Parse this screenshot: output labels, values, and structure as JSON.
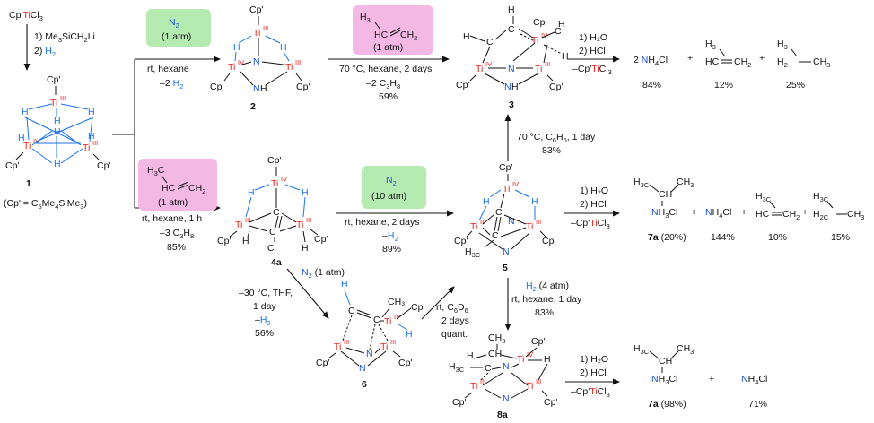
{
  "colors": {
    "titanium": "#e8221b",
    "hydrogen": "#1a73e8",
    "nitrogen": "#1a4fd6",
    "n2_box": "#b5ebb0",
    "propene_box": "#f3b8e3"
  },
  "start": {
    "cp": "Cp'",
    "ti": "Ti",
    "cl": "Cl",
    "cl_sub": "3"
  },
  "cond_1": {
    "l1_pre": "1) Me",
    "l1_s1": "3",
    "l1_mid": "SiCH",
    "l1_s2": "2",
    "l1_post": "Li",
    "l2_pre": "2) ",
    "l2_h": "H",
    "l2_sub": "2"
  },
  "c1": {
    "cp_top": "Cp'",
    "ti_top": "Ti",
    "ti_top_ox": "III",
    "h1": "H",
    "h2": "H",
    "h3": "H",
    "h4": "H",
    "h5": "H",
    "h6": "H",
    "h7": "H",
    "ti_left": "Ti",
    "ti_left_ox": "IV",
    "ti_right": "Ti",
    "ti_right_ox": "III",
    "cp_left": "Cp'",
    "cp_right": "Cp'",
    "label": "1"
  },
  "cp_def": {
    "pre": "(Cp' = C",
    "s1": "5",
    "mid": "Me",
    "s2": "4",
    "mid2": "SiMe",
    "s3": "3",
    "post": ")"
  },
  "box_n2_a": {
    "formula": "N",
    "sub": "2",
    "pressure": "(1 atm)"
  },
  "cond_1_2": {
    "line1": "rt, hexane",
    "line2_pre": "–2 ",
    "line2_h": "H",
    "line2_sub": "2"
  },
  "box_prop_a": {
    "h3c": "H",
    "sub3": "3",
    "c": "C",
    "hc": "HC",
    "ch": "CH",
    "sub2": "2",
    "pressure": "(1 atm)"
  },
  "cond_1_4a": {
    "line1": "rt, hexane, 1 h",
    "line2_pre": "–3 C",
    "line2_s1": "3",
    "line2_mid": "H",
    "line2_s2": "8",
    "yield": "85%"
  },
  "c2": {
    "cp_top": "Cp'",
    "ti_top": "Ti",
    "ti_top_ox": "III",
    "h_left": "H",
    "h_right": "H",
    "n_mid": "N",
    "ti_left": "Ti",
    "ti_left_ox": "IV",
    "ti_right": "Ti",
    "ti_right_ox": "III",
    "n_bot": "N",
    "h_bot": "H",
    "cp_left": "Cp'",
    "cp_right": "Cp'",
    "label": "2"
  },
  "box_prop_b": {
    "h3c": "H",
    "sub3": "3",
    "hc": "HC",
    "ch": "CH",
    "sub2": "2",
    "pressure": "(1 atm)"
  },
  "cond_2_3": {
    "line1": "70 °C, hexane, 2 days",
    "line2_pre": "–2 C",
    "line2_s1": "3",
    "line2_mid": "H",
    "line2_s2": "8",
    "yield": "59%"
  },
  "c3": {
    "h_l": "H",
    "c_l": "C",
    "h_top": "H",
    "c_mid": "C",
    "cp_top": "Cp'",
    "ti_top": "Ti",
    "ti_top_ox": "IV",
    "c_r": "C",
    "h_r": "H",
    "h_rb": "H",
    "ti_left": "Ti",
    "ti_left_ox": "IV",
    "n_mid": "N",
    "ti_right": "Ti",
    "ti_right_ox": "III",
    "n_bot": "N",
    "h_bot": "H",
    "cp_left": "Cp'",
    "cp_right": "Cp'",
    "label": "3"
  },
  "hydrolysis_a": {
    "step1": "1) H₂O",
    "step2": "2) HCl",
    "by_pre": "–Cp'",
    "by_ti": "Ti",
    "by_cl": "Cl",
    "by_sub": "3"
  },
  "prod_top": {
    "nh4cl_coef": "2 ",
    "nh4cl_n": "N",
    "nh4cl_h": "H",
    "nh4cl_sub": "4",
    "nh4cl_cl": "Cl",
    "nh4cl_yield": "84%",
    "plus1": "+",
    "prop_h3c": "H",
    "prop_sub3": "3",
    "prop_hc": "HC",
    "prop_ch": "CH",
    "prop_sub2": "2",
    "prop_yield": "12%",
    "plus2": "+",
    "pa_h3c": "H",
    "pa_sub3": "3",
    "pa_h2c": "H",
    "pa_sub2": "2",
    "pa_ch": "CH",
    "pa_sub3b": "3",
    "pa_yield": "25%"
  },
  "c4a": {
    "cp_top": "Cp'",
    "ti_top": "Ti",
    "ti_top_ox": "IV",
    "h_l": "H",
    "h_r": "H",
    "c_top": "C",
    "ti_left": "Ti",
    "ti_left_ox": "III",
    "ti_right": "Ti",
    "ti_right_ox": "III",
    "c_bot": "C",
    "ch3": "C",
    "h_bl": "H",
    "h_br": "H",
    "cp_left": "Cp'",
    "cp_right": "Cp'",
    "label": "4a"
  },
  "box_n2_b": {
    "formula": "N",
    "sub": "2",
    "pressure": "(10 atm)"
  },
  "cond_4a_5": {
    "line1": "rt, hexane, 2 days",
    "line2_pre": "–",
    "line2_h": "H",
    "line2_sub": "2",
    "yield": "89%"
  },
  "cond_4a_6": {
    "n2": "N",
    "n2_sub": "2",
    "n2_p": " (1 atm)",
    "line1": "–30 °C, THF,",
    "line2": "1 day",
    "line3_pre": "–",
    "line3_h": "H",
    "line3_sub": "2",
    "yield": "56%"
  },
  "c6": {
    "h_top": "H",
    "c_l": "C",
    "c_m": "C",
    "ch3": "CH₃",
    "ti_r": "Ti",
    "ti_r_ox": "IV",
    "cp_r": "Cp'",
    "h_r": "H",
    "ti_l": "Ti",
    "ti_l_ox": "III",
    "n_mid": "N",
    "ti_m": "Ti",
    "ti_m_ox": "III",
    "n_bot": "N",
    "cp_l": "Cp'",
    "cp_m": "Cp'",
    "label": "6"
  },
  "cond_6_5": {
    "l1_pre": "rt, C",
    "l1_s1": "6",
    "l1_mid": "D",
    "l1_s2": "6",
    "line2": "2 days",
    "line3": "quant.",
    "yield": ""
  },
  "c5": {
    "cp_top": "Cp'",
    "ti_top": "Ti",
    "ti_top_ox": "IV",
    "h_l": "H",
    "h_r": "H",
    "c_top": "C",
    "n_mid": "N",
    "ti_l": "Ti",
    "ti_l_ox": "III",
    "ti_r": "Ti",
    "ti_r_ox": "III",
    "c_bot": "C",
    "h3c": "H",
    "h3c_sub": "3C",
    "n_bot": "N",
    "cp_l": "Cp'",
    "cp_r": "Cp'",
    "label": "5"
  },
  "cond_5_3": {
    "l1_pre": "70 °C, C",
    "l1_s1": "6",
    "l1_mid": "H",
    "l1_s2": "6",
    "l1_post": ", 1 day",
    "yield": "83%"
  },
  "hydrolysis_b": {
    "step1": "1) H₂O",
    "step2": "2) HCl",
    "by_pre": "–Cp'",
    "by_ti": "Ti",
    "by_cl": "Cl",
    "by_sub": "3"
  },
  "prod_mid": {
    "h3c": "H",
    "h3c_sub": "3C",
    "ch": "CH",
    "ch3": "CH",
    "ch3_sub": "3",
    "n": "N",
    "h3": "H",
    "h3_sub": "3",
    "cl": "Cl",
    "label": "7a",
    "label_yield": " (20%)",
    "plus1": "+",
    "nh4_n": "N",
    "nh4_h": "H",
    "nh4_sub": "4",
    "nh4_cl": "Cl",
    "nh4_yield": "144%",
    "plus2": "+",
    "prop_h3c": "H",
    "prop_sub3": "3C",
    "prop_hc": "HC",
    "prop_ch": "CH",
    "prop_sub2": "2",
    "prop_yield": "10%",
    "plus3": "+",
    "pa_h3c": "H",
    "pa_sub3": "3C",
    "pa_h2c": "H",
    "pa_sub2": "2C",
    "pa_ch": "CH",
    "pa_sub3b": "3",
    "pa_yield": "15%"
  },
  "cond_5_8a": {
    "h": "H",
    "h_sub": "2",
    "p": " (4 atm)",
    "line2": "rt, hexane, 1 day",
    "yield": "83%"
  },
  "c8a": {
    "ch3": "CH",
    "ch3_sub": "3",
    "cp_top": "Cp'",
    "ch": "CH",
    "h_l": "H",
    "ti_top": "Ti",
    "ti_top_ox": "IV",
    "h_r": "H",
    "h3c": "H",
    "h3c_sub": "3C",
    "c_m": "C",
    "n_mid": "N",
    "ti_l": "Ti",
    "ti_l_ox": "III",
    "ti_r": "Ti",
    "ti_r_ox": "III",
    "n_bot": "N",
    "cp_l": "Cp'",
    "cp_r": "Cp'",
    "label": "8a"
  },
  "hydrolysis_c": {
    "step1": "1) H₂O",
    "step2": "2) HCl",
    "by_pre": "–Cp'",
    "by_ti": "Ti",
    "by_cl": "Cl",
    "by_sub": "3"
  },
  "prod_bot": {
    "h3c": "H",
    "h3c_sub": "3C",
    "ch": "CH",
    "ch3": "CH",
    "ch3_sub": "3",
    "n": "N",
    "h3": "H",
    "h3_sub": "3",
    "cl": "Cl",
    "label": "7a",
    "label_yield": " (98%)",
    "plus": "+",
    "nh4_n": "N",
    "nh4_h": "H",
    "nh4_sub": "4",
    "nh4_cl": "Cl",
    "nh4_yield": "71%"
  }
}
